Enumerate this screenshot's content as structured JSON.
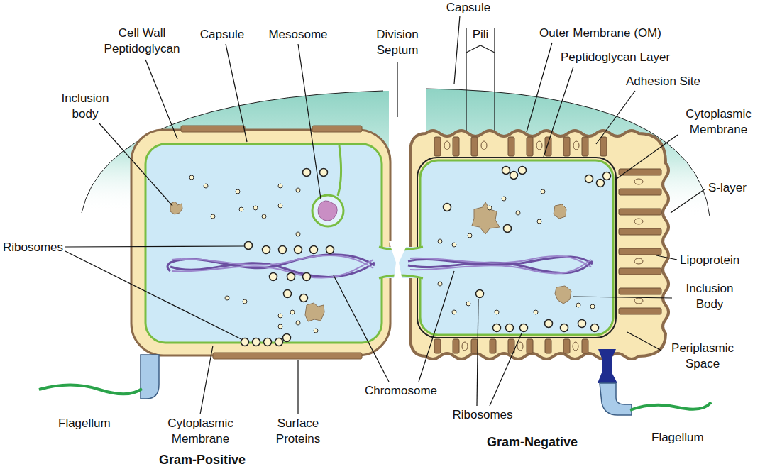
{
  "diagram": {
    "labels": [
      "Capsule",
      "Cell Wall Peptidoglycan",
      "Capsule",
      "Mesosome",
      "Division Septum",
      "Pili",
      "Outer Membrane (OM)",
      "Peptidoglycan Layer",
      "Adhesion Site",
      "Inclusion body",
      "Cytoplasmic Membrane",
      "S-layer",
      "Ribosomes",
      "Lipoprotein",
      "Inclusion Body",
      "Periplasmic Space",
      "Flagellum",
      "Cytoplasmic Membrane",
      "Surface Proteins",
      "Chromosome",
      "Ribosomes",
      "Flagellum",
      "Gram-Negative",
      "Gram-Positive"
    ]
  }
}
